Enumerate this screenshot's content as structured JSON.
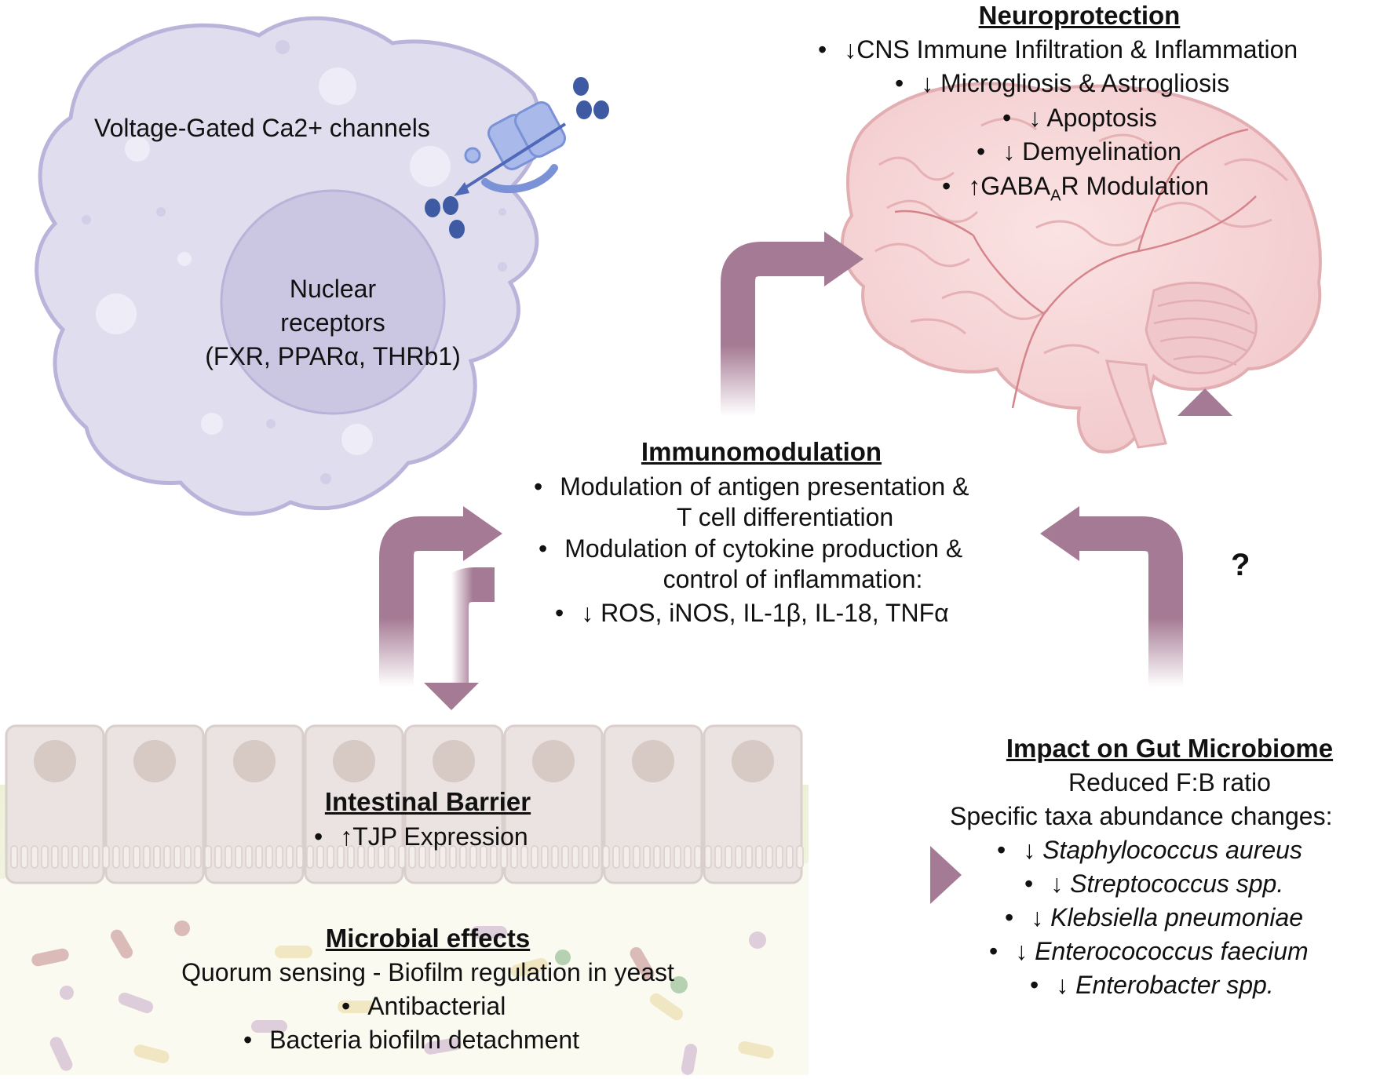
{
  "cell": {
    "channel_label": "Voltage-Gated Ca2+ channels",
    "nucleus_lines": [
      "Nuclear",
      "receptors",
      "(FXR, PPARα, THRb1)"
    ]
  },
  "neuroprotection": {
    "title": "Neuroprotection",
    "items": [
      "↓CNS Immune Infiltration & Inflammation",
      "↓ Microgliosis & Astrogliosis",
      "↓ Apoptosis",
      "↓ Demyelination"
    ],
    "gaba_arrow": "↑",
    "gaba_main": "GABA",
    "gaba_sub": "A",
    "gaba_rest": "R Modulation"
  },
  "immunomodulation": {
    "title": "Immunomodulation",
    "item1_line1": "Modulation of antigen presentation &",
    "item1_line2": "T cell differentiation",
    "item2_line1": "Modulation of cytokine production &",
    "item2_line2": "control of inflammation:",
    "item3": "↓ ROS, iNOS, IL-1β, IL-18, TNFα"
  },
  "question_mark": "?",
  "intestinal_barrier": {
    "title": "Intestinal Barrier",
    "items": [
      "↑TJP Expression"
    ]
  },
  "microbial_effects": {
    "title": "Microbial effects",
    "line": "Quorum sensing - Biofilm regulation in yeast",
    "items": [
      "Antibacterial",
      "Bacteria biofilm detachment"
    ]
  },
  "gut_microbiome": {
    "title": "Impact on Gut Microbiome",
    "line1": "Reduced F:B ratio",
    "line2": "Specific taxa abundance changes:",
    "taxa": [
      {
        "arrow": "↓ ",
        "name": "Staphylococcus aureus"
      },
      {
        "arrow": "↓ ",
        "name": "Streptococcus spp."
      },
      {
        "arrow": "↓ ",
        "name": "Klebsiella pneumoniae"
      },
      {
        "arrow": "↓ ",
        "name": "Enterocococcus faecium"
      },
      {
        "arrow": "↓ ",
        "name": "Enterobacter spp."
      }
    ]
  },
  "colors": {
    "arrow": "#a57a94",
    "cell_fill": "#e0ddef",
    "cell_stroke": "#b9b4da",
    "nucleus": "#cbc7e3",
    "brain": "#f6d5d6",
    "epithelium": "#ebe3e1",
    "lumen": "#f4f5df"
  }
}
